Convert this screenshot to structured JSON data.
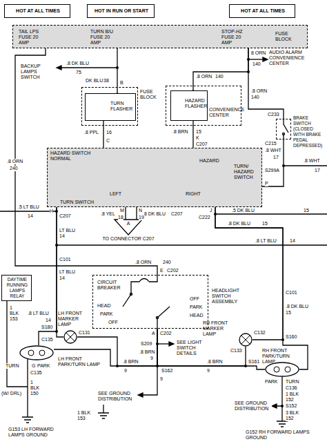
{
  "diagram": {
    "nodes": [
      {
        "text": [
          "HOT AT ALL TIMES"
        ]
      },
      {
        "text": [
          "HOT IN RUN OR START"
        ]
      },
      {
        "text": [
          "HOT AT ALL TIMES"
        ]
      },
      {
        "text": [
          "FUSE BLOCK"
        ]
      },
      {
        "text": [
          "TAIL LPS FUSE 20 AMP"
        ],
        "in": 3
      },
      {
        "text": [
          "TURN B/U FUSE 20 AMP"
        ],
        "in": 3
      },
      {
        "text": [
          "STOP-HZ FUSE 20 AMP"
        ],
        "in": 3
      },
      {
        "text": [
          "FUSE BLOCK"
        ]
      },
      {
        "text": [
          "TURN FLASHER"
        ],
        "in": 7
      },
      {
        "text": [
          "CONVENIENCE CENTER"
        ]
      },
      {
        "text": [
          "HAZARD FLASHER"
        ],
        "in": 9
      },
      {
        "text": [
          "BRAKE SWITCH (CLOSED WITH BRAKE PEDAL DEPRESSED)"
        ]
      },
      {
        "text": [
          "HAZARD SWITCH",
          "NORMAL",
          "HAZARD",
          "LEFT",
          "RIGHT",
          "TURN SWITCH",
          "TURN/ HAZARD SWITCH"
        ]
      },
      {
        "text": [
          "DAYTIME RUNNING LAMPS RELAY"
        ]
      },
      {
        "text": [
          "CIRCUIT BREAKER",
          "HEAD",
          "PARK",
          "OFF",
          "OFF",
          "PARK",
          "HEAD",
          "HEADLIGHT SWITCH ASSEMBLY"
        ]
      },
      {
        "text": [
          "LH FRONT MARKER LAMP"
        ]
      },
      {
        "text": [
          "LH FRONT PARK/TURN LAMP"
        ]
      },
      {
        "text": [
          "RH FRONT MARKER LAMP"
        ]
      },
      {
        "text": [
          "RH FRONT PARK/TURN LAMP"
        ]
      },
      {
        "text": [
          "A",
          "TO CONNECTOR C207"
        ]
      }
    ],
    "edges": [
      {
        "from": 5,
        "to": 8,
        "arrow": "none"
      },
      {
        "from": 6,
        "to": 10,
        "arrow": "none"
      },
      {
        "from": 6,
        "to": 11,
        "arrow": "none"
      },
      {
        "from": 8,
        "to": 12,
        "arrow": "none"
      },
      {
        "from": 10,
        "to": 12,
        "arrow": "none"
      },
      {
        "from": 11,
        "to": 12,
        "arrow": "none"
      },
      {
        "from": 4,
        "to": 14,
        "arrow": "none"
      },
      {
        "from": 12,
        "to": 19,
        "arrow": "none"
      },
      {
        "from": 12,
        "to": 19,
        "arrow": "none"
      },
      {
        "from": 12,
        "to": 15,
        "arrow": "none"
      },
      {
        "from": 12,
        "to": 16,
        "arrow": "none"
      },
      {
        "from": 12,
        "to": 17,
        "arrow": "none"
      },
      {
        "from": 12,
        "to": 18,
        "arrow": "none"
      },
      {
        "from": 14,
        "to": 15,
        "arrow": "none"
      },
      {
        "from": 14,
        "to": 16,
        "arrow": "none"
      },
      {
        "from": 14,
        "to": 17,
        "arrow": "none"
      },
      {
        "from": 14,
        "to": 18,
        "arrow": "none"
      }
    ],
    "labels": [
      "BACKUP LAMPS SWITCH",
      ".8 DK BLU",
      "75",
      "DK BLU",
      "38",
      "B",
      "AUDIO ALARM CONVENIENCE CENTER",
      "8 ORN",
      "140",
      ".8 ORN",
      "140",
      ".8 ORN",
      "140",
      "C233",
      "C215",
      ".8 WHT",
      "17",
      ".8 WHT",
      "17",
      "S299A",
      "P",
      ".8 PPL",
      "16",
      "C",
      ".8 BRN",
      "15",
      "K",
      "C207",
      ".8 ORN",
      "240",
      ".5 LT BLU",
      "14",
      "H",
      "C207",
      "M",
      ".8 YEL",
      "18",
      "N",
      ".8 DK BLU",
      "19",
      "C207",
      "J",
      "C222",
      ".5 DK BLU",
      "15",
      ".8 DK BLU",
      "15",
      "LT BLU",
      "14",
      ".8 LT BLU",
      "14",
      "C101",
      "LT BLU",
      "14",
      ".8 ORN",
      "240",
      "E",
      "C202",
      "C101",
      ".8 DK BLU",
      "15",
      "1",
      "BLK",
      "153",
      ".8 LT BLU",
      "14",
      "S180",
      "C135",
      "C131",
      "A",
      "C202",
      "S209",
      "SEE LIGHT SWITCH DETAILS",
      ".8 BRN",
      "9",
      ".8 BRN",
      "9",
      "S162",
      "9",
      ".8 BRN",
      "9",
      "S161",
      "C133",
      "C132",
      "S160",
      "TURN",
      "G",
      "PARK",
      "C135",
      "1",
      "BLK",
      "150",
      "(W/ DRL)",
      "G153 LH FORWARD LAMPS GROUND",
      "SEE GROUND DISTRIBUTION",
      "1 BLK",
      "153",
      "PARK",
      "TURN",
      "C136",
      "1 BLK",
      "152",
      "S152",
      "3 BLK",
      "152",
      "SEE GROUND DISTRIBUTION",
      "G152 RH FORWARD LAMPS GROUND"
    ]
  }
}
